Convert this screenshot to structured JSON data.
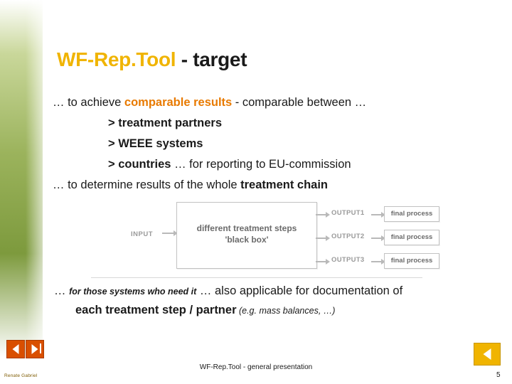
{
  "slide": {
    "title": {
      "highlight": "WF-Rep.Tool",
      "rest": " - target"
    },
    "lines": [
      {
        "id": "l1",
        "prefix": "… to achieve ",
        "emphasis": "comparable results",
        "suffix": " - comparable between …"
      },
      {
        "id": "l2",
        "text": "> treatment partners"
      },
      {
        "id": "l3",
        "text": "> WEEE systems"
      },
      {
        "id": "l4",
        "bold": "> countries",
        "normal": " … for reporting to EU-commission"
      },
      {
        "id": "l5",
        "normal": "… to determine results of the whole ",
        "bold": "treatment chain"
      }
    ],
    "diagram": {
      "input_label": "INPUT",
      "blackbox_line1": "different treatment steps",
      "blackbox_line2": "'black box'",
      "outputs": [
        {
          "label": "OUTPUT1",
          "box": "final process"
        },
        {
          "label": "OUTPUT2",
          "box": "final process"
        },
        {
          "label": "OUTPUT3",
          "box": "final process"
        }
      ]
    },
    "bottom": {
      "line1_a": "… ",
      "line1_italic": "for those systems who need it",
      "line1_b": " … also applicable for documentation of",
      "line2_bold": "each treatment step / partner",
      "line2_italic": " (e.g. mass balances, …)"
    },
    "footer": {
      "center": "WF-Rep.Tool - general presentation",
      "left": "Renate Gabriel",
      "page_number": "5"
    },
    "nav": {
      "prev_label": "prev-slide",
      "next_label": "next-slide",
      "back_label": "back"
    },
    "colors": {
      "title_accent": "#f0b400",
      "emphasis": "#e87a00",
      "nav_button": "#d94f00",
      "back_button": "#f0b400"
    }
  }
}
